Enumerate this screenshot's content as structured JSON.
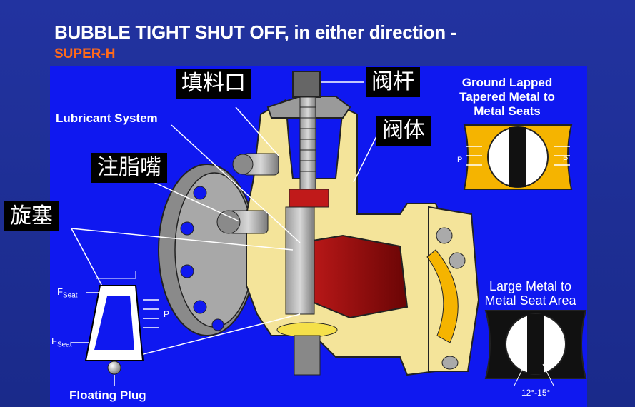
{
  "title": "BUBBLE TIGHT SHUT OFF, in either direction -",
  "subtitle": "SUPER-H",
  "labels": {
    "packing_port": "填料口",
    "stem": "阀杆",
    "body": "阀体",
    "grease_nozzle": "注脂嘴",
    "plug": "旋塞",
    "lubricant_system": "Lubricant System",
    "ground_lapped": [
      "Ground Lapped",
      "Tapered Metal to",
      "Metal Seats"
    ],
    "large_metal": [
      "Large Metal to",
      "Metal Seat Area"
    ],
    "floating_plug": "Floating Plug",
    "f_seat_main": "F",
    "f_seat_sub": "Seat",
    "pressure": "P",
    "angle": "12°-15°"
  },
  "colors": {
    "panel_blue": "#0f18f0",
    "body_yellow": "#f4e49a",
    "plug_red": "#9a0f0f",
    "seat_orange": "#f5b400",
    "title_orange": "#ff6a1a"
  }
}
